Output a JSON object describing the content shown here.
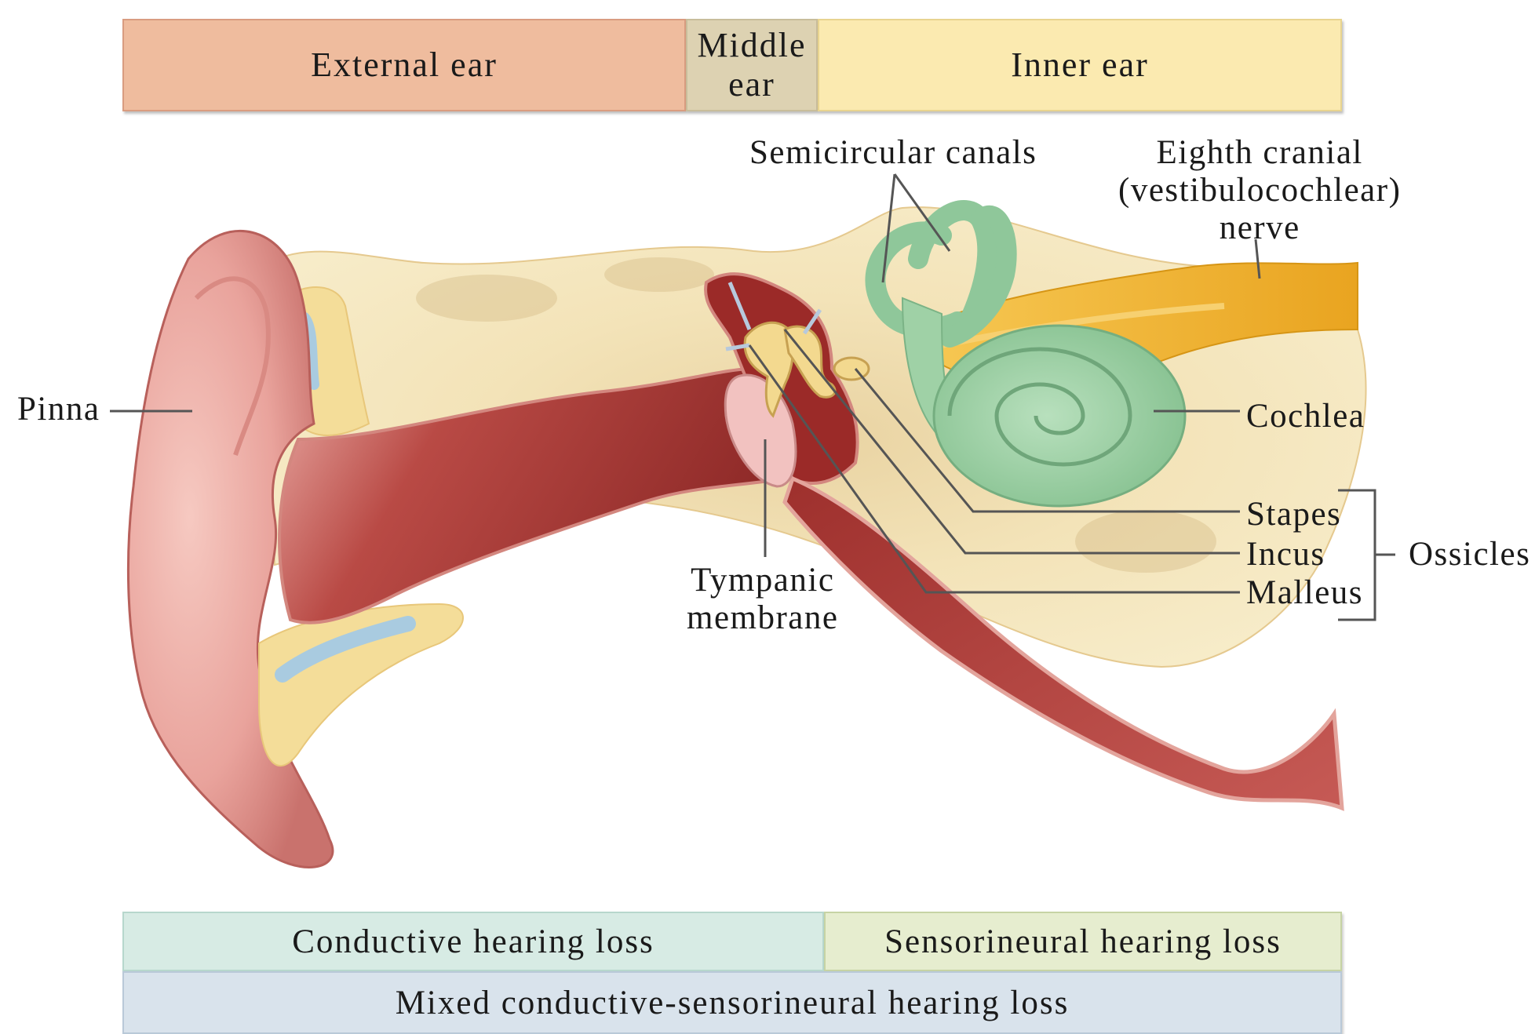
{
  "regions": {
    "external": "External ear",
    "middle_line1": "Middle",
    "middle_line2": "ear",
    "inner": "Inner ear"
  },
  "labels": {
    "semicircular": "Semicircular canals",
    "eighth_line1": "Eighth cranial",
    "eighth_line2": "(vestibulocochlear)",
    "eighth_line3": "nerve",
    "pinna": "Pinna",
    "cochlea": "Cochlea",
    "stapes": "Stapes",
    "incus": "Incus",
    "malleus": "Malleus",
    "ossicles": "Ossicles",
    "tympanic_line1": "Tympanic",
    "tympanic_line2": "membrane"
  },
  "hearing_loss": {
    "conductive": "Conductive hearing loss",
    "sensorineural": "Sensorineural hearing loss",
    "mixed": "Mixed conductive-sensorineural hearing loss"
  },
  "colors": {
    "external": "#efbc9e",
    "middle": "#ddd2b2",
    "inner": "#fbeab0",
    "conductive": "#d7ebe4",
    "sensorineural": "#e6edcf",
    "mixed": "#d9e3ec",
    "skin": "#e9a39c",
    "canal": "#a83a36",
    "bone": "#f4e3b5",
    "labyrinth": "#9fd1a6",
    "nerve": "#f2b531"
  }
}
